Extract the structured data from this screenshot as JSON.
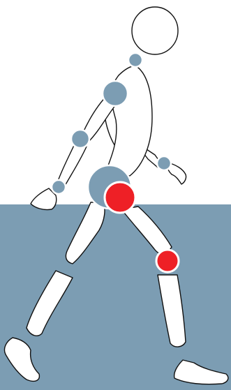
{
  "illustration": {
    "subject": "mannequin-figure-walking",
    "colors": {
      "background": "#ffffff",
      "ground": "#7c9db3",
      "joint": "#7c9db3",
      "highlighted_joint": "#ee2026",
      "outline": "#111111",
      "segment_fill": "#ffffff"
    },
    "highlighted_joints": [
      "right-hip",
      "right-knee"
    ]
  }
}
